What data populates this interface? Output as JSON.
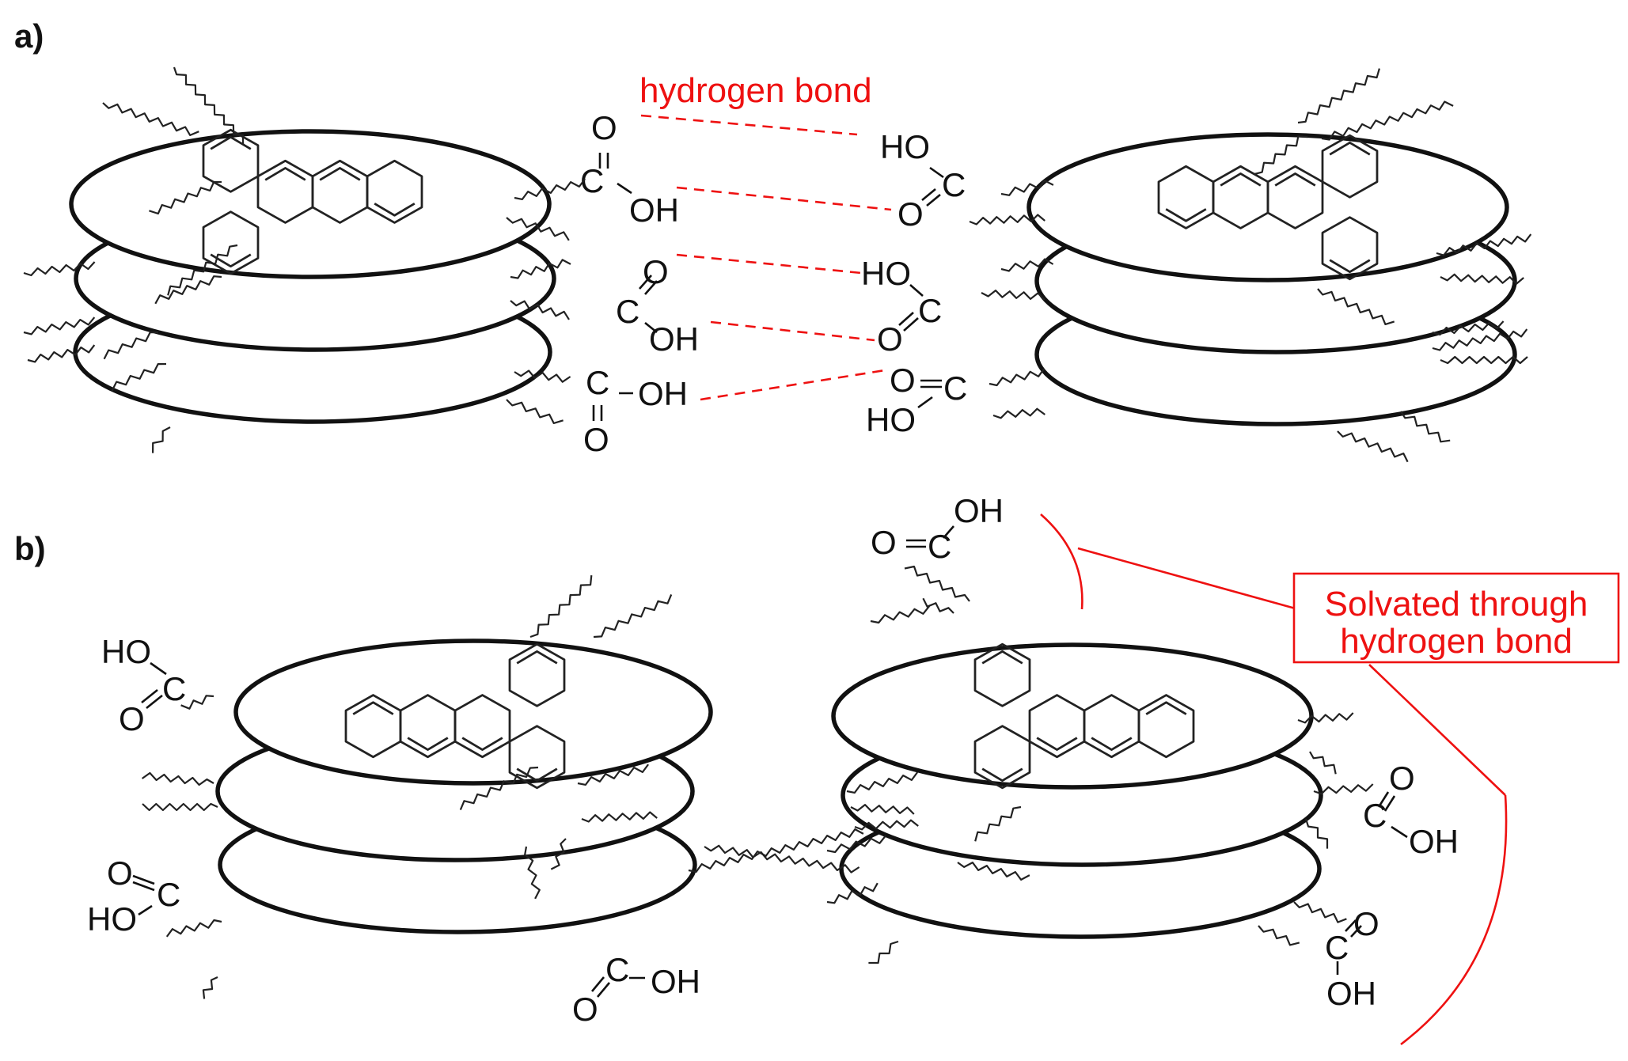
{
  "panel_a": {
    "label": "a)",
    "hydrogen_bond_label": "hydrogen bond",
    "left_groups": [
      {
        "c": "C",
        "o": "O",
        "oh": "OH"
      },
      {
        "c": "C",
        "o": "O",
        "oh": "OH"
      },
      {
        "c": "C",
        "o": "O",
        "oh": "OH"
      }
    ],
    "right_groups": [
      {
        "c": "C",
        "o": "O",
        "oh": "HO"
      },
      {
        "c": "C",
        "o": "O",
        "oh": "HO"
      },
      {
        "c": "C",
        "o": "O",
        "oh": "HO"
      }
    ]
  },
  "panel_b": {
    "label": "b)",
    "solvated_label_line1": "Solvated through",
    "solvated_label_line2": "hydrogen bond",
    "groups": [
      {
        "c": "C",
        "o": "O",
        "oh": "HO"
      },
      {
        "c": "C",
        "o": "O",
        "oh": "HO"
      },
      {
        "c": "C",
        "o": "O",
        "oh": "OH"
      },
      {
        "c": "C",
        "o": "O",
        "oh": "OH"
      },
      {
        "c": "C",
        "o": "O",
        "oh": "OH"
      },
      {
        "c": "C",
        "o": "O",
        "oh": "OH"
      }
    ]
  },
  "colors": {
    "annotation": "#ee1111",
    "structure": "#111111"
  }
}
